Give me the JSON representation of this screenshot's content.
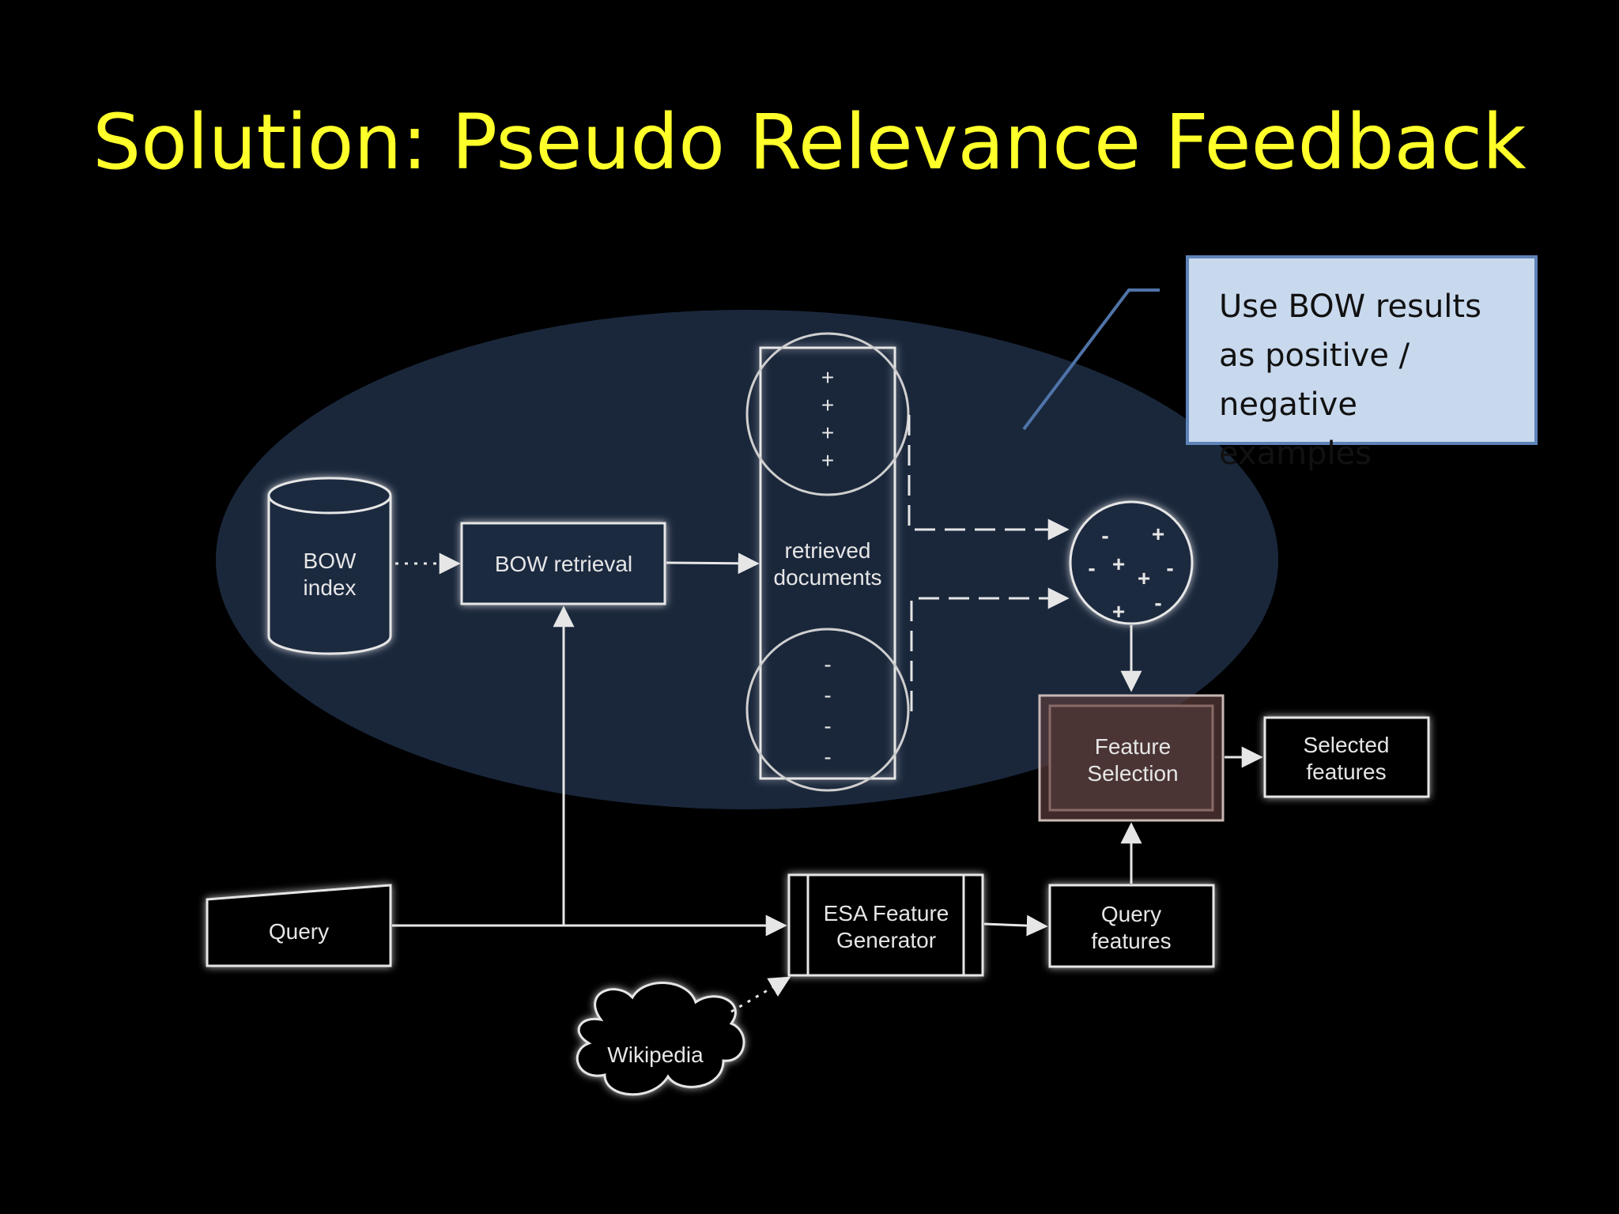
{
  "slide": {
    "title": "Solution: Pseudo Relevance Feedback"
  },
  "callout": {
    "lines": [
      "Use BOW results",
      "as positive /",
      "negative examples"
    ]
  },
  "diagram": {
    "nodes": {
      "bow_index": [
        "BOW",
        "index"
      ],
      "bow_retrieval": "BOW retrieval",
      "retrieved_documents": [
        "retrieved",
        "documents"
      ],
      "feature_selection": [
        "Feature",
        "Selection"
      ],
      "selected_features": [
        "Selected",
        "features"
      ],
      "query": "Query",
      "esa_feature_generator": [
        "ESA Feature",
        "Generator"
      ],
      "query_features": [
        "Query",
        "features"
      ],
      "wikipedia": "Wikipedia"
    },
    "positive_marks": [
      "+",
      "+",
      "+",
      "+"
    ],
    "negative_marks": [
      "-",
      "-",
      "-",
      "-"
    ],
    "mixed_marks": [
      "-",
      "+",
      "-",
      "+",
      "+",
      "-",
      "-",
      "+"
    ]
  },
  "colors": {
    "title": "#ffff2a",
    "background": "#000000",
    "ellipse": "#1c2a40",
    "callout_fill": "#c8d9ee",
    "callout_border": "#5e83b8",
    "highlight_box": "#5a3c3a"
  }
}
